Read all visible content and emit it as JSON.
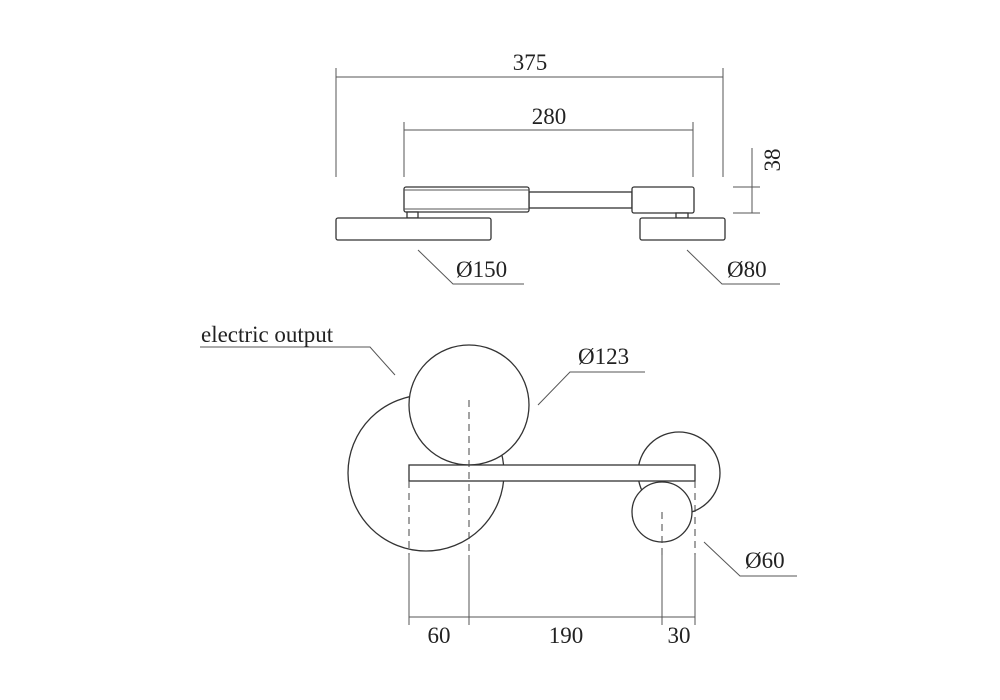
{
  "side_view": {
    "overall_width": "375",
    "center_distance": "280",
    "height": "38",
    "large_disc_diameter": "Ø150",
    "small_disc_diameter": "Ø80"
  },
  "front_view": {
    "electric_output_label": "electric output",
    "upper_disc_diameter": "Ø123",
    "small_disc_diameter": "Ø60",
    "offset_left": "60",
    "offset_middle": "190",
    "offset_right": "30"
  },
  "colors": {
    "line": "#333333",
    "background": "#ffffff"
  }
}
